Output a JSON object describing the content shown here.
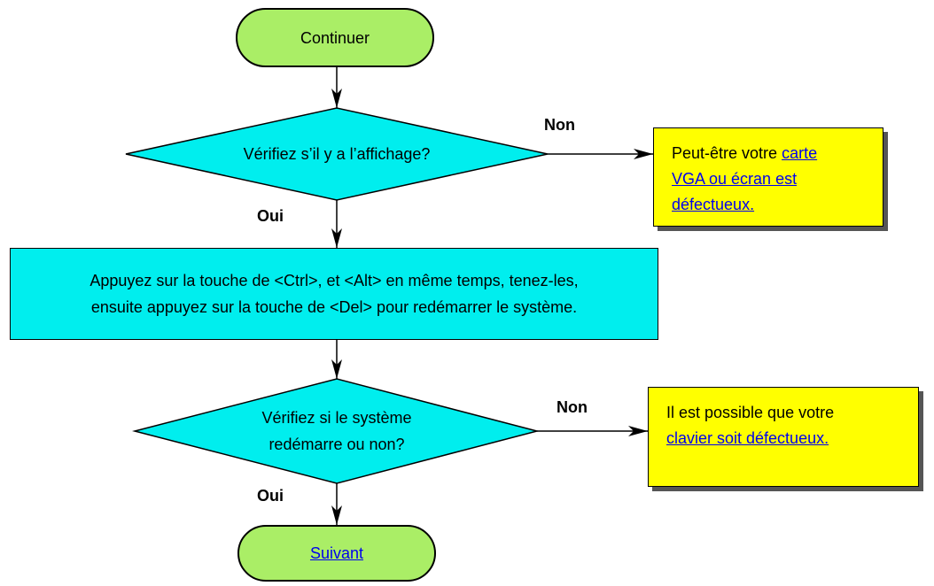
{
  "flow": {
    "start": {
      "label": "Continuer"
    },
    "check_display": {
      "label": "Vérifiez s’il y a l’affichage?"
    },
    "restart_box": {
      "line1": "Appuyez sur la touche de <Ctrl>, et <Alt> en même temps, tenez-les,",
      "line2": "ensuite appuyez sur la touche de <Del> pour redémarrer le système."
    },
    "check_restart": {
      "line1": "Vérifiez si le système",
      "line2": "redémarre ou non?"
    },
    "end": {
      "label": "Suivant"
    },
    "note_vga": {
      "prefix": "Peut-être votre ",
      "link1": "carte",
      "link2": "VGA ou écran est",
      "link3": "défectueux."
    },
    "note_keyboard": {
      "line1": "Il est possible que votre",
      "link": "clavier soit défectueux."
    },
    "labels": {
      "non1": "Non",
      "oui1": "Oui",
      "non2": "Non",
      "oui2": "Oui"
    }
  },
  "colors": {
    "terminal": "#aaee66",
    "decision": "#00eeee",
    "note": "#ffff00",
    "link": "#0000ee"
  }
}
